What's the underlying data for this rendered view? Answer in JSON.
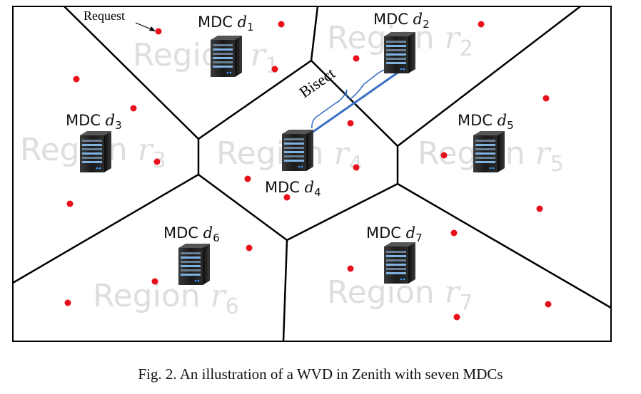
{
  "figure": {
    "request_label": "Request",
    "bisect_label": "Bisect",
    "caption": "Fig. 2.  An illustration of a WVD in Zenith with seven MDCs",
    "colors": {
      "request_dot": "#e8101a",
      "bisector": "#3a6fc4",
      "boundary": "#000000",
      "region_text": "#dedede"
    }
  },
  "mdcs": [
    {
      "prefix": "MDC ",
      "var": "d",
      "sub": "1"
    },
    {
      "prefix": "MDC ",
      "var": "d",
      "sub": "2"
    },
    {
      "prefix": "MDC ",
      "var": "d",
      "sub": "3"
    },
    {
      "prefix": "MDC ",
      "var": "d",
      "sub": "4"
    },
    {
      "prefix": "MDC ",
      "var": "d",
      "sub": "5"
    },
    {
      "prefix": "MDC ",
      "var": "d",
      "sub": "6"
    },
    {
      "prefix": "MDC ",
      "var": "d",
      "sub": "7"
    }
  ],
  "regions": [
    {
      "prefix": "Region ",
      "var": "r",
      "sub": "1"
    },
    {
      "prefix": "Region ",
      "var": "r",
      "sub": "2"
    },
    {
      "prefix": "Region ",
      "var": "r",
      "sub": "3"
    },
    {
      "prefix": "Region ",
      "var": "r",
      "sub": "4"
    },
    {
      "prefix": "Region ",
      "var": "r",
      "sub": "5"
    },
    {
      "prefix": "Region ",
      "var": "r",
      "sub": "6"
    },
    {
      "prefix": "Region ",
      "var": "r",
      "sub": "7"
    }
  ]
}
